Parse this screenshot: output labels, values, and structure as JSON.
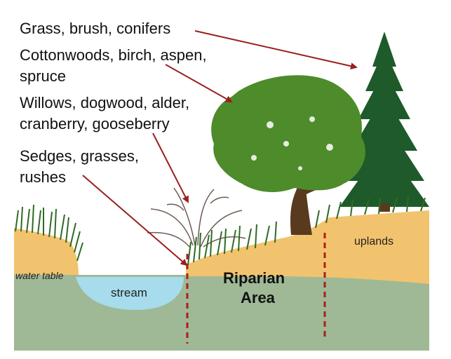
{
  "labels": {
    "conifers": "Grass, brush, conifers",
    "deciduous_line1": "Cottonwoods, birch, aspen,",
    "deciduous_line2": "spruce",
    "shrubs_line1": "Willows, dogwood, alder,",
    "shrubs_line2": "cranberry, gooseberry",
    "sedges_line1": "Sedges, grasses,",
    "sedges_line2": "rushes",
    "water_table": "water table",
    "stream": "stream",
    "riparian_line1": "Riparian",
    "riparian_line2": "Area",
    "uplands": "uplands"
  },
  "colors": {
    "soil": "#f2c36e",
    "groundwater": "#9fb996",
    "stream": "#a6dcec",
    "arrow": "#9a1f1f",
    "boundary": "#b01c1c",
    "tree_dark": "#1e5a2a",
    "tree_canopy": "#4e8b2b",
    "trunk": "#5a3a1e",
    "grass": "#2f6b24"
  }
}
